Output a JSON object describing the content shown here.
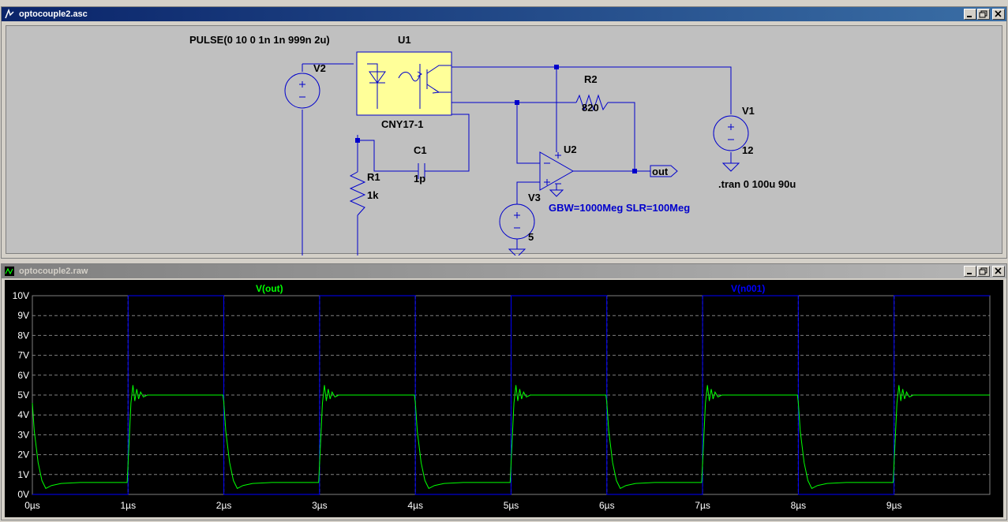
{
  "schematic_window": {
    "title": "optocouple2.asc",
    "colors": {
      "wire": "#0000cc",
      "component_fill": "#ffff99",
      "background": "#c0c0c0",
      "title_active": "#0a246a"
    },
    "labels": {
      "pulse": "PULSE(0 10 0 1n 1n 999n 2u)",
      "u1": "U1",
      "u1_part": "CNY17-1",
      "v2": "V2",
      "r2": "R2",
      "r2_value": "820",
      "v1": "V1",
      "v1_value": "12",
      "c1": "C1",
      "c1_value": "1p",
      "r1": "R1",
      "r1_value": "1k",
      "u2": "U2",
      "v3": "V3",
      "v3_value": "5",
      "opamp_params": "GBW=1000Meg SLR=100Meg",
      "out_label": "out",
      "tran": ".tran 0 100u 90u",
      "plus": "+",
      "minus": "−"
    }
  },
  "plot_window": {
    "title": "optocouple2.raw",
    "trace_labels": [
      "V(out)",
      "V(n001)"
    ],
    "trace_colors": [
      "#00ff00",
      "#0000ff"
    ]
  },
  "chart_data": {
    "type": "line",
    "x_unit": "µs",
    "y_unit": "V",
    "xlim": [
      0,
      10
    ],
    "ylim": [
      0,
      10
    ],
    "x_ticks": [
      "0µs",
      "1µs",
      "2µs",
      "3µs",
      "4µs",
      "5µs",
      "6µs",
      "7µs",
      "8µs",
      "9µs"
    ],
    "y_ticks": [
      "0V",
      "1V",
      "2V",
      "3V",
      "4V",
      "5V",
      "6V",
      "7V",
      "8V",
      "9V",
      "10V"
    ],
    "grid": true,
    "series": [
      {
        "name": "V(out)",
        "color": "#00ff00",
        "points": [
          [
            0.0,
            4.6
          ],
          [
            0.02,
            3.2
          ],
          [
            0.06,
            1.6
          ],
          [
            0.1,
            0.7
          ],
          [
            0.14,
            0.3
          ],
          [
            0.2,
            0.45
          ],
          [
            0.3,
            0.55
          ],
          [
            0.5,
            0.6
          ],
          [
            0.99,
            0.6
          ],
          [
            1.0,
            1.6
          ],
          [
            1.03,
            4.6
          ],
          [
            1.05,
            5.5
          ],
          [
            1.07,
            4.7
          ],
          [
            1.09,
            5.3
          ],
          [
            1.11,
            4.8
          ],
          [
            1.13,
            5.15
          ],
          [
            1.16,
            4.9
          ],
          [
            1.2,
            5.0
          ],
          [
            1.99,
            5.0
          ],
          [
            2.0,
            4.6
          ],
          [
            2.02,
            3.2
          ],
          [
            2.06,
            1.6
          ],
          [
            2.1,
            0.7
          ],
          [
            2.14,
            0.3
          ],
          [
            2.2,
            0.45
          ],
          [
            2.3,
            0.55
          ],
          [
            2.5,
            0.6
          ],
          [
            2.99,
            0.6
          ],
          [
            3.0,
            1.6
          ],
          [
            3.03,
            4.6
          ],
          [
            3.05,
            5.5
          ],
          [
            3.07,
            4.7
          ],
          [
            3.09,
            5.3
          ],
          [
            3.11,
            4.8
          ],
          [
            3.13,
            5.15
          ],
          [
            3.16,
            4.9
          ],
          [
            3.2,
            5.0
          ],
          [
            3.99,
            5.0
          ],
          [
            4.0,
            4.6
          ],
          [
            4.02,
            3.2
          ],
          [
            4.06,
            1.6
          ],
          [
            4.1,
            0.7
          ],
          [
            4.14,
            0.3
          ],
          [
            4.2,
            0.45
          ],
          [
            4.3,
            0.55
          ],
          [
            4.5,
            0.6
          ],
          [
            4.99,
            0.6
          ],
          [
            5.0,
            1.6
          ],
          [
            5.03,
            4.6
          ],
          [
            5.05,
            5.5
          ],
          [
            5.07,
            4.7
          ],
          [
            5.09,
            5.3
          ],
          [
            5.11,
            4.8
          ],
          [
            5.13,
            5.15
          ],
          [
            5.16,
            4.9
          ],
          [
            5.2,
            5.0
          ],
          [
            5.99,
            5.0
          ],
          [
            6.0,
            4.6
          ],
          [
            6.02,
            3.2
          ],
          [
            6.06,
            1.6
          ],
          [
            6.1,
            0.7
          ],
          [
            6.14,
            0.3
          ],
          [
            6.2,
            0.45
          ],
          [
            6.3,
            0.55
          ],
          [
            6.5,
            0.6
          ],
          [
            6.99,
            0.6
          ],
          [
            7.0,
            1.6
          ],
          [
            7.03,
            4.6
          ],
          [
            7.05,
            5.5
          ],
          [
            7.07,
            4.7
          ],
          [
            7.09,
            5.3
          ],
          [
            7.11,
            4.8
          ],
          [
            7.13,
            5.15
          ],
          [
            7.16,
            4.9
          ],
          [
            7.2,
            5.0
          ],
          [
            7.99,
            5.0
          ],
          [
            8.0,
            4.6
          ],
          [
            8.02,
            3.2
          ],
          [
            8.06,
            1.6
          ],
          [
            8.1,
            0.7
          ],
          [
            8.14,
            0.3
          ],
          [
            8.2,
            0.45
          ],
          [
            8.3,
            0.55
          ],
          [
            8.5,
            0.6
          ],
          [
            8.99,
            0.6
          ],
          [
            9.0,
            1.6
          ],
          [
            9.03,
            4.6
          ],
          [
            9.05,
            5.5
          ],
          [
            9.07,
            4.7
          ],
          [
            9.09,
            5.3
          ],
          [
            9.11,
            4.8
          ],
          [
            9.13,
            5.15
          ],
          [
            9.16,
            4.9
          ],
          [
            9.2,
            5.0
          ],
          [
            10.0,
            5.0
          ]
        ]
      },
      {
        "name": "V(n001)",
        "color": "#0000ff",
        "points": [
          [
            0.0,
            0
          ],
          [
            0.999,
            0
          ],
          [
            1.0,
            10
          ],
          [
            1.999,
            10
          ],
          [
            2.0,
            0
          ],
          [
            2.999,
            0
          ],
          [
            3.0,
            10
          ],
          [
            3.999,
            10
          ],
          [
            4.0,
            0
          ],
          [
            4.999,
            0
          ],
          [
            5.0,
            10
          ],
          [
            5.999,
            10
          ],
          [
            6.0,
            0
          ],
          [
            6.999,
            0
          ],
          [
            7.0,
            10
          ],
          [
            7.999,
            10
          ],
          [
            8.0,
            0
          ],
          [
            8.999,
            0
          ],
          [
            9.0,
            10
          ],
          [
            10.0,
            10
          ]
        ]
      }
    ]
  }
}
